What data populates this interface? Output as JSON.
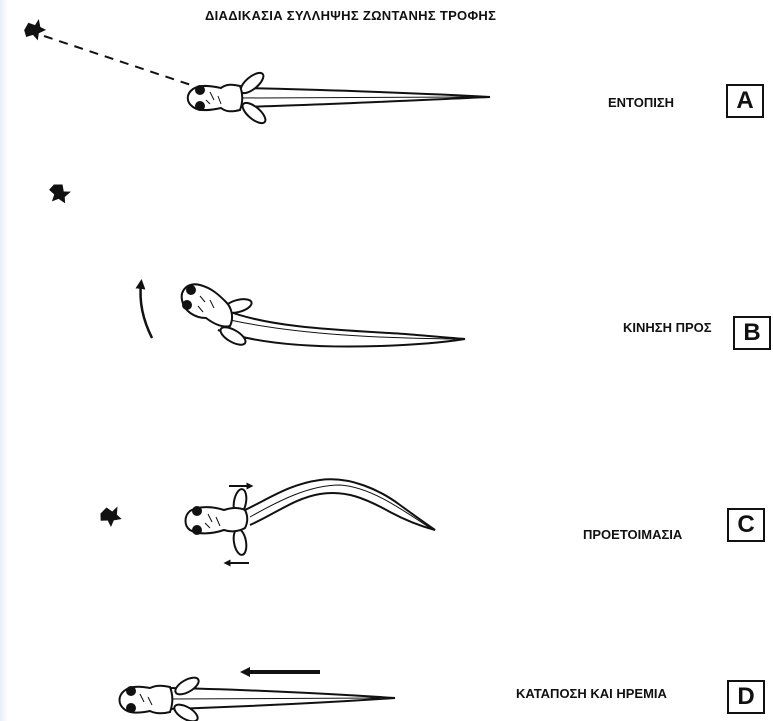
{
  "title": "ΔΙΑΔΙΚΑΣΙΑ ΣΥΛΛΗΨΗΣ ΖΩΝΤΑΝΗΣ ΤΡΟΦΗΣ",
  "stages": [
    {
      "label": "ΕΝΤΟΠΙΣΗ",
      "letter": "A"
    },
    {
      "label": "ΚΙΝΗΣΗ ΠΡΟΣ",
      "letter": "B"
    },
    {
      "label": "ΠΡΟΕΤΟΙΜΑΣΙΑ",
      "letter": "C"
    },
    {
      "label": "ΚΑΤΑΠΟΣΗ ΚΑΙ ΗΡΕΜΙΑ",
      "letter": "D"
    }
  ],
  "colors": {
    "ink": "#111111",
    "background": "#ffffff"
  },
  "icons": [
    "prey-insect-icon",
    "larva-illustration",
    "movement-arrow-icon",
    "dashed-sight-line"
  ]
}
